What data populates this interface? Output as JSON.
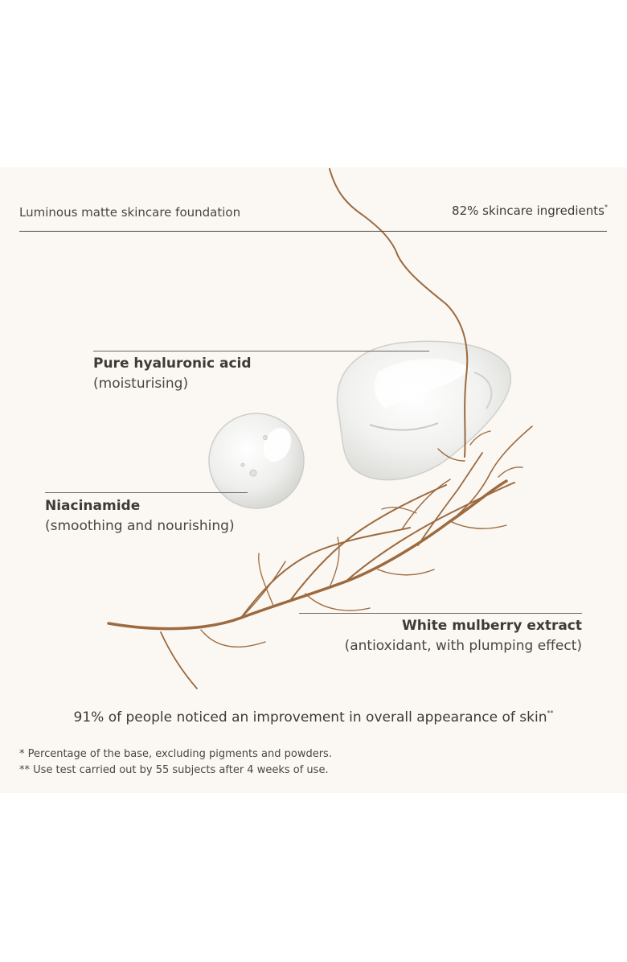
{
  "header": {
    "product": "Luminous matte skincare foundation",
    "ingredients_share": "82% skincare ingredients",
    "ingredients_mark": "*"
  },
  "ingredients": [
    {
      "name": "Pure hyaluronic acid",
      "benefit": "(moisturising)"
    },
    {
      "name": "Niacinamide",
      "benefit": "(smoothing and nourishing)"
    },
    {
      "name": "White mulberry extract",
      "benefit": "(antioxidant, with plumping effect)"
    }
  ],
  "claim": {
    "text": "91% of people noticed an improvement in overall appearance of skin",
    "mark": "**"
  },
  "footnotes": [
    "* Percentage of the base, excluding pigments and powders.",
    "** Use test carried out by 55 subjects after 4 weeks of use."
  ],
  "illustration": {
    "large-gel-icon": "hyaluronic acid gel swatch",
    "small-drop-icon": "niacinamide drop",
    "twig-icon": "white mulberry branch"
  },
  "colors": {
    "background": "#fbf8f3",
    "text": "#3e3a36",
    "twig": "#9c6a3f"
  }
}
